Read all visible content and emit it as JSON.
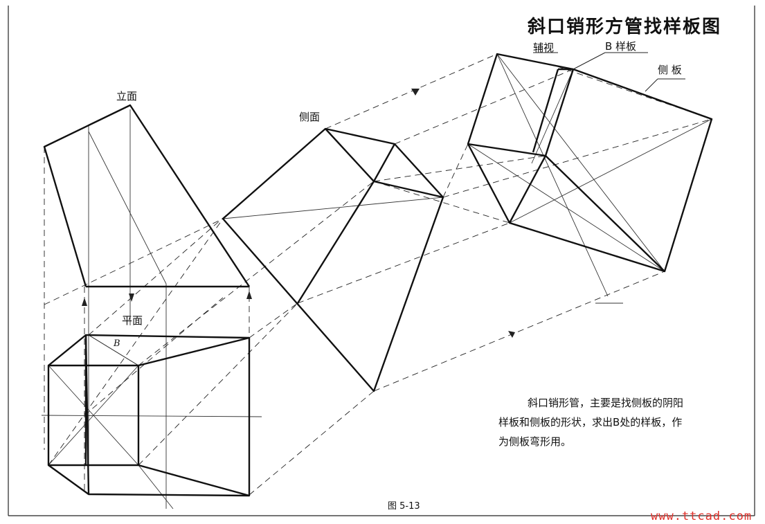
{
  "title": "斜口销形方管找样板图",
  "views": {
    "front": "立面",
    "side": "侧面",
    "plan": "平面",
    "auxiliary": "辅视",
    "b_template": "B 样板",
    "side_panel": "侧 板"
  },
  "b_marker": "B",
  "note": {
    "line1": "斜口销形管，主要是找侧板的阴阳",
    "line2": "样板和侧板的形状，求出B处的样板，作",
    "line3": "为侧板弯形用。"
  },
  "caption": "图 5-13",
  "watermark": "www.ttcad.com"
}
